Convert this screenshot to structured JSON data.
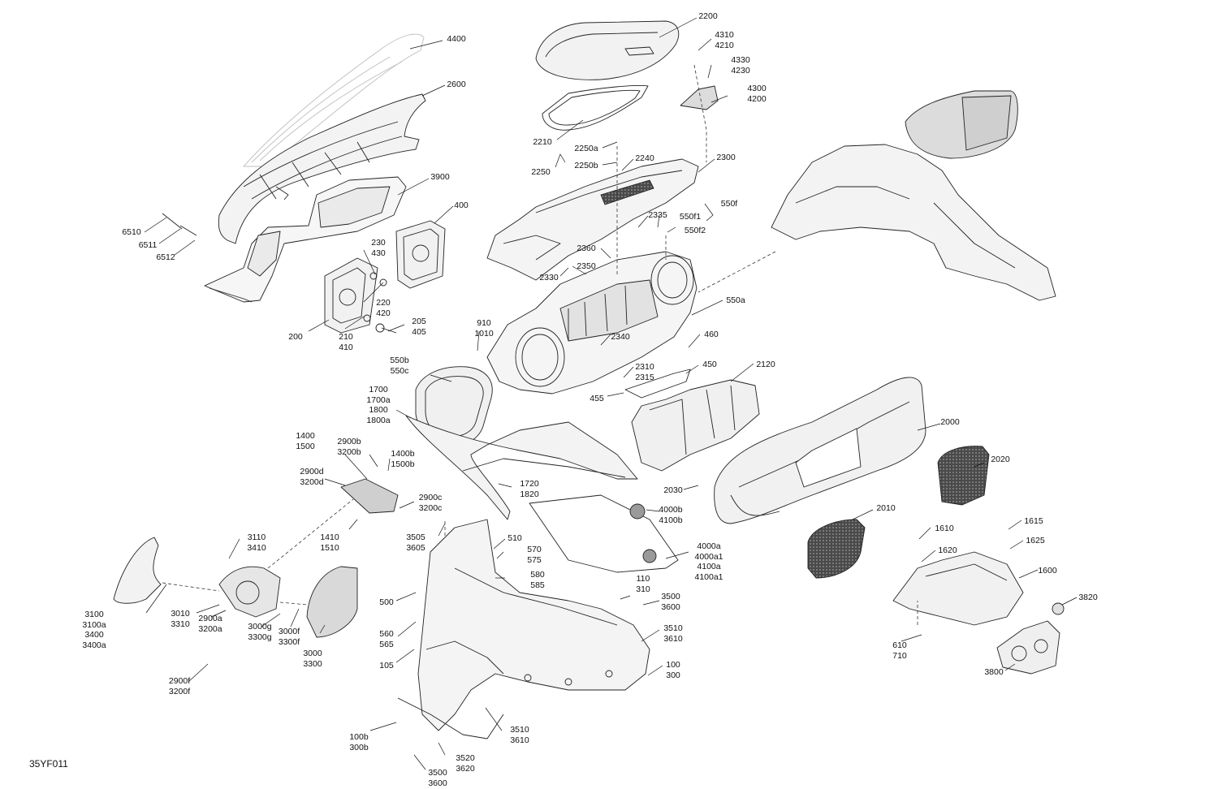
{
  "drawing_code": "35YF011",
  "labels": [
    {
      "id": "l4400",
      "text": "4400"
    },
    {
      "id": "l2600",
      "text": "2600"
    },
    {
      "id": "l3900",
      "text": "3900"
    },
    {
      "id": "l400",
      "text": "400"
    },
    {
      "id": "l6510",
      "text": "6510"
    },
    {
      "id": "l6511",
      "text": "6511"
    },
    {
      "id": "l6512",
      "text": "6512"
    },
    {
      "id": "l230",
      "text": "230\n430"
    },
    {
      "id": "l220",
      "text": "220\n420"
    },
    {
      "id": "l205",
      "text": "205\n405"
    },
    {
      "id": "l200",
      "text": "200"
    },
    {
      "id": "l210",
      "text": "210\n410"
    },
    {
      "id": "l2200",
      "text": "2200"
    },
    {
      "id": "l2210",
      "text": "2210"
    },
    {
      "id": "l2250a",
      "text": "2250a"
    },
    {
      "id": "l2250",
      "text": "2250"
    },
    {
      "id": "l2250b",
      "text": "2250b"
    },
    {
      "id": "l2240",
      "text": "2240"
    },
    {
      "id": "l2300",
      "text": "2300"
    },
    {
      "id": "l4310",
      "text": "4310\n4210"
    },
    {
      "id": "l4330",
      "text": "4330\n4230"
    },
    {
      "id": "l4300",
      "text": "4300\n4200"
    },
    {
      "id": "l550f",
      "text": "550f"
    },
    {
      "id": "l550f1",
      "text": "550f1"
    },
    {
      "id": "l550f2",
      "text": "550f2"
    },
    {
      "id": "l2335",
      "text": "2335"
    },
    {
      "id": "l2360",
      "text": "2360"
    },
    {
      "id": "l2350",
      "text": "2350"
    },
    {
      "id": "l2330",
      "text": "2330"
    },
    {
      "id": "l550a",
      "text": "550a"
    },
    {
      "id": "l910",
      "text": "910\n1010"
    },
    {
      "id": "l2340",
      "text": "2340"
    },
    {
      "id": "l460",
      "text": "460"
    },
    {
      "id": "l2310",
      "text": "2310\n2315"
    },
    {
      "id": "l450",
      "text": "450"
    },
    {
      "id": "l455",
      "text": "455"
    },
    {
      "id": "l2120",
      "text": "2120"
    },
    {
      "id": "l550b",
      "text": "550b\n550c"
    },
    {
      "id": "l1700",
      "text": "1700\n1700a\n1800\n1800a"
    },
    {
      "id": "l1400",
      "text": "1400\n1500"
    },
    {
      "id": "l2900b",
      "text": "2900b\n3200b"
    },
    {
      "id": "l1400b",
      "text": "1400b\n1500b"
    },
    {
      "id": "l2900d",
      "text": "2900d\n3200d"
    },
    {
      "id": "l1720",
      "text": "1720\n1820"
    },
    {
      "id": "l2900c",
      "text": "2900c\n3200c"
    },
    {
      "id": "l2000",
      "text": "2000"
    },
    {
      "id": "l2020",
      "text": "2020"
    },
    {
      "id": "l2030",
      "text": "2030"
    },
    {
      "id": "l4000b",
      "text": "4000b\n4100b"
    },
    {
      "id": "l1410",
      "text": "1410\n1510"
    },
    {
      "id": "l3505",
      "text": "3505\n3605"
    },
    {
      "id": "l510",
      "text": "510"
    },
    {
      "id": "l2010",
      "text": "2010"
    },
    {
      "id": "l1610",
      "text": "1610"
    },
    {
      "id": "l1615",
      "text": "1615"
    },
    {
      "id": "l1625",
      "text": "1625"
    },
    {
      "id": "l1620",
      "text": "1620"
    },
    {
      "id": "l3110",
      "text": "3110\n3410"
    },
    {
      "id": "l570",
      "text": "570\n575"
    },
    {
      "id": "l4000a",
      "text": "4000a\n4000a1\n4100a\n4100a1"
    },
    {
      "id": "l1600",
      "text": "1600"
    },
    {
      "id": "l580",
      "text": "580\n585"
    },
    {
      "id": "l500",
      "text": "500"
    },
    {
      "id": "l110",
      "text": "110\n310"
    },
    {
      "id": "l3500a",
      "text": "3500\n3600"
    },
    {
      "id": "l3820",
      "text": "3820"
    },
    {
      "id": "l3100",
      "text": "3100\n3100a\n3400\n3400a"
    },
    {
      "id": "l3010",
      "text": "3010\n3310"
    },
    {
      "id": "l2900a",
      "text": "2900a\n3200a"
    },
    {
      "id": "l3000g",
      "text": "3000g\n3300g"
    },
    {
      "id": "l3000f",
      "text": "3000f\n3300f"
    },
    {
      "id": "l3000",
      "text": "3000\n3300"
    },
    {
      "id": "l560",
      "text": "560\n565"
    },
    {
      "id": "l3510a",
      "text": "3510\n3610"
    },
    {
      "id": "l610",
      "text": "610\n710"
    },
    {
      "id": "l105",
      "text": "105"
    },
    {
      "id": "l100",
      "text": "100\n300"
    },
    {
      "id": "l3800",
      "text": "3800"
    },
    {
      "id": "l2900f",
      "text": "2900f\n3200f"
    },
    {
      "id": "l100b",
      "text": "100b\n300b"
    },
    {
      "id": "l3510b",
      "text": "3510\n3610"
    },
    {
      "id": "l3520",
      "text": "3520\n3620"
    },
    {
      "id": "l3500b",
      "text": "3500\n3600"
    }
  ]
}
